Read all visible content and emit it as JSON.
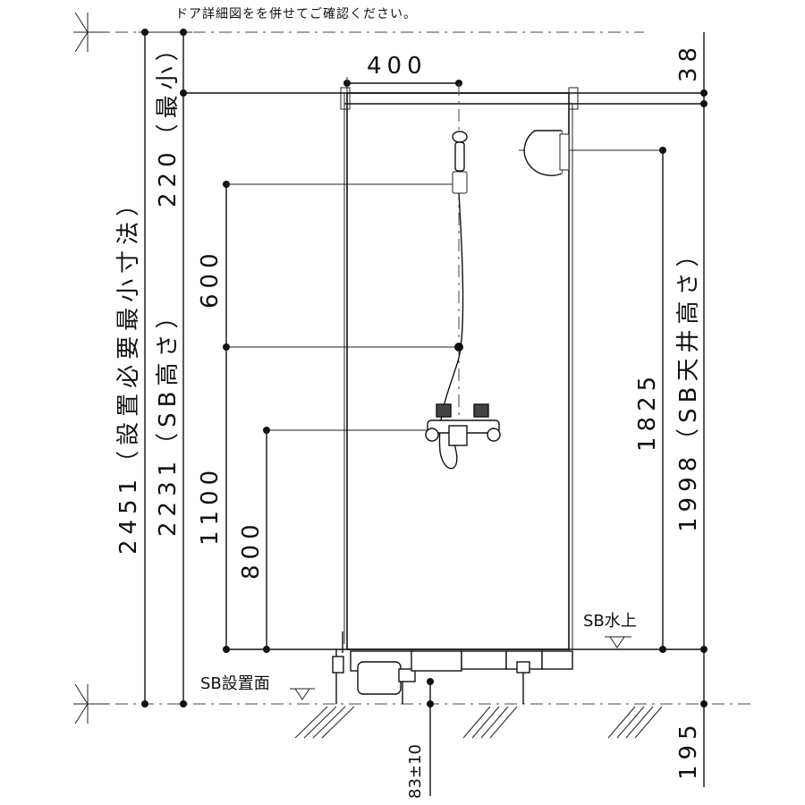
{
  "note": "ドア詳細図をを併せてご確認ください。",
  "dims": {
    "d400": "400",
    "d38": "38",
    "d220_min": "220（最小）",
    "d600": "600",
    "d1100": "1100",
    "d800": "800",
    "d2451": "2451（設置必要最小寸法）",
    "d2231": "2231（SB高さ）",
    "d1825": "1825",
    "d1998": "1998（SB天井高さ）",
    "d195": "195",
    "d83": "83±10"
  },
  "labels": {
    "sb_water": "SB水上",
    "sb_install": "SB設置面"
  }
}
